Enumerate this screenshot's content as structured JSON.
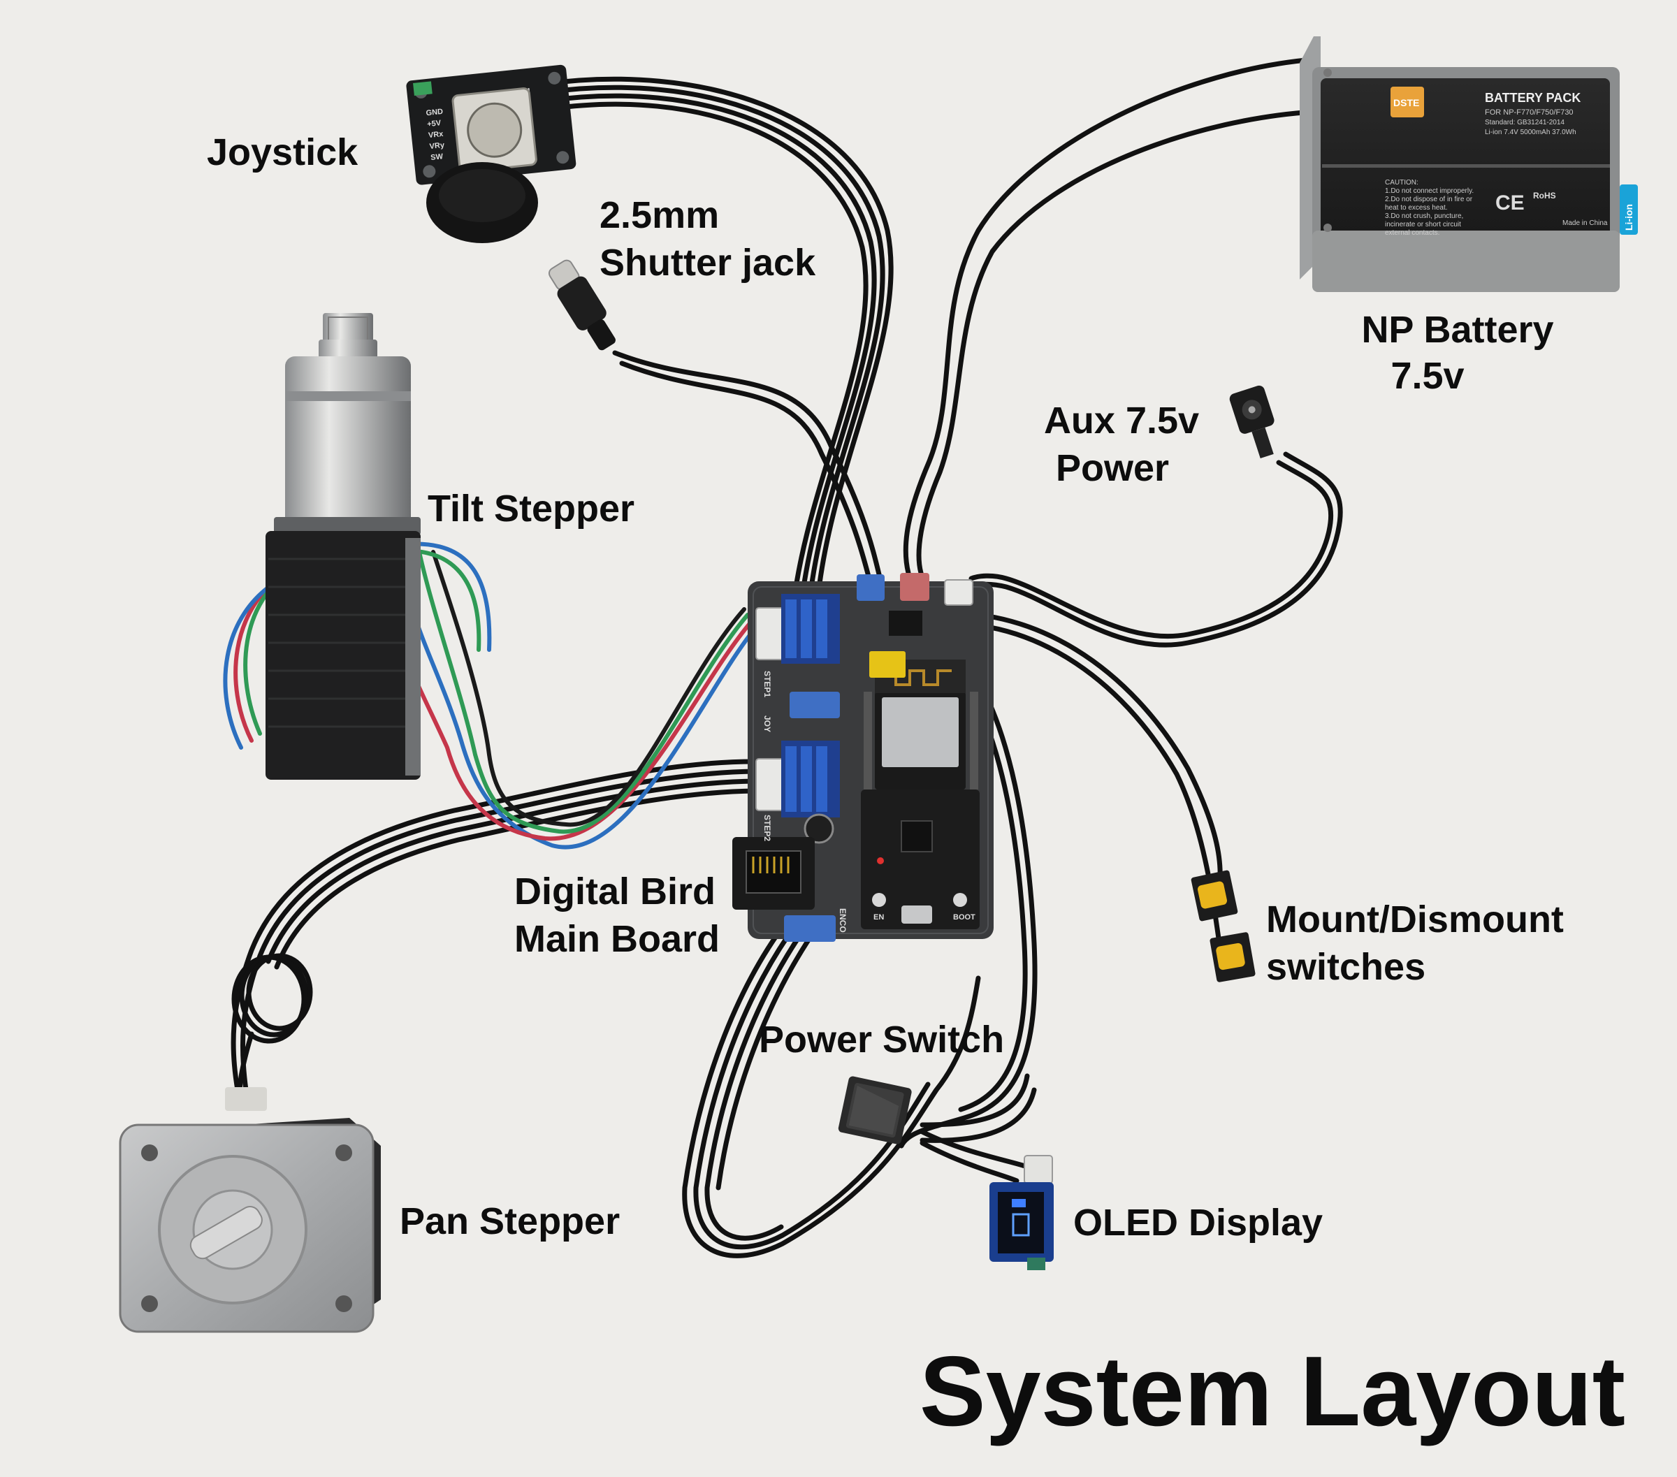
{
  "title": "System Layout",
  "labels": {
    "joystick": "Joystick",
    "shutter_jack": [
      "2.5mm",
      "Shutter jack"
    ],
    "np_battery": [
      "NP Battery",
      "7.5v"
    ],
    "aux_power": [
      "Aux 7.5v",
      "Power"
    ],
    "tilt_stepper": "Tilt Stepper",
    "main_board": [
      "Digital Bird",
      "Main Board"
    ],
    "mount_switches": [
      "Mount/Dismount",
      "switches"
    ],
    "power_switch": "Power Switch",
    "oled_display": "OLED Display",
    "pan_stepper": "Pan Stepper"
  },
  "battery_print": {
    "heading": "BATTERY PACK",
    "brand": "DSTE",
    "lines": [
      "FOR NP-F770/F750/F730",
      "Standard: GB31241-2014",
      "Li-ion 7.4V 5000mAh 37.0Wh"
    ],
    "caution": [
      "CAUTION:",
      "1.Do not connect improperly.",
      "2.Do not dispose of in fire or",
      "heat to excess heat.",
      "3.Do not crush, puncture,",
      "incinerate or short circuit",
      "external contacts."
    ],
    "made_in": "Made in China",
    "chem": "Li-ion",
    "rohs": "RoHS",
    "ce": "CE"
  },
  "joystick_pins": [
    "GND",
    "+5V",
    "VRx",
    "VRy",
    "SW"
  ],
  "board_silk": {
    "step1": "STEP1",
    "step2": "STEP2",
    "joy": "JOY",
    "enco": "ENCO",
    "boot": "BOOT",
    "en": "EN"
  },
  "colors": {
    "background": "#eeedea",
    "pcb": "#3a3b3d",
    "cable": "#111111",
    "connector_blue": "#3f6fc4",
    "connector_red": "#c46a6a",
    "heatsink": "#2f63c9",
    "button_yellow": "#e9b51c"
  }
}
